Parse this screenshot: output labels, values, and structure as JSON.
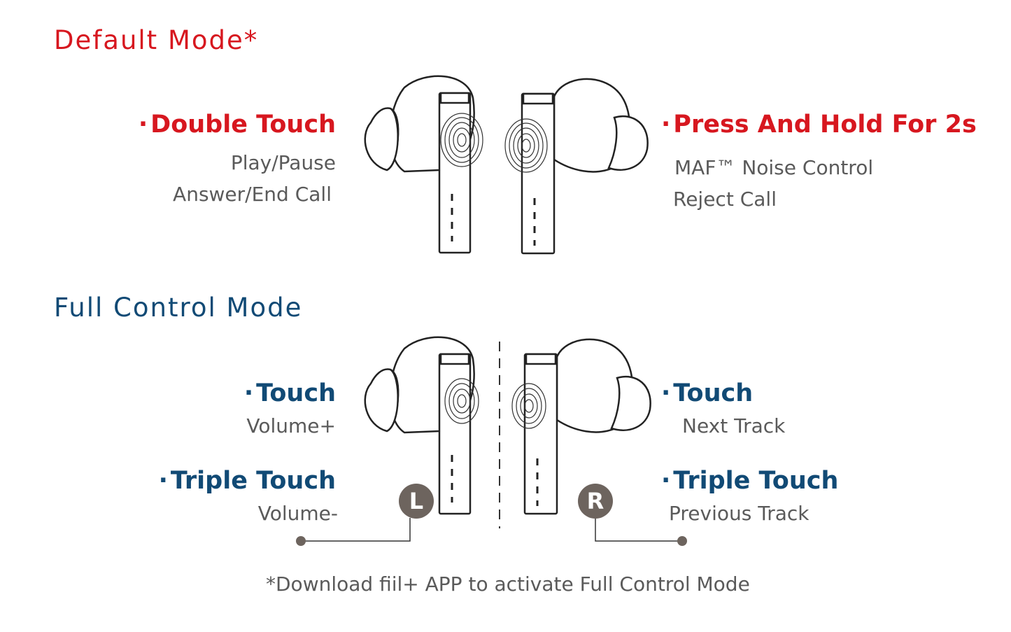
{
  "default_mode": {
    "title": "Default Mode*",
    "left": {
      "gesture": "Double Touch",
      "actions": [
        "Play/Pause",
        "Answer/End Call"
      ]
    },
    "right": {
      "gesture": "Press And Hold For 2s",
      "actions": [
        "MAF™ Noise Control",
        "Reject Call"
      ]
    }
  },
  "full_control_mode": {
    "title": "Full Control Mode",
    "left": [
      {
        "gesture": "Touch",
        "action": "Volume+"
      },
      {
        "gesture": "Triple Touch",
        "action": "Volume-"
      }
    ],
    "right": [
      {
        "gesture": "Touch",
        "action": "Next Track"
      },
      {
        "gesture": "Triple Touch",
        "action": "Previous Track"
      }
    ],
    "left_label": "L",
    "right_label": "R"
  },
  "bullet": "·",
  "footer_note": "*Download fiil+ APP to activate Full Control Mode",
  "colors": {
    "default_accent": "#d7171f",
    "full_accent": "#114a75",
    "badge": "#6d645e",
    "text": "#5a5a5a"
  }
}
